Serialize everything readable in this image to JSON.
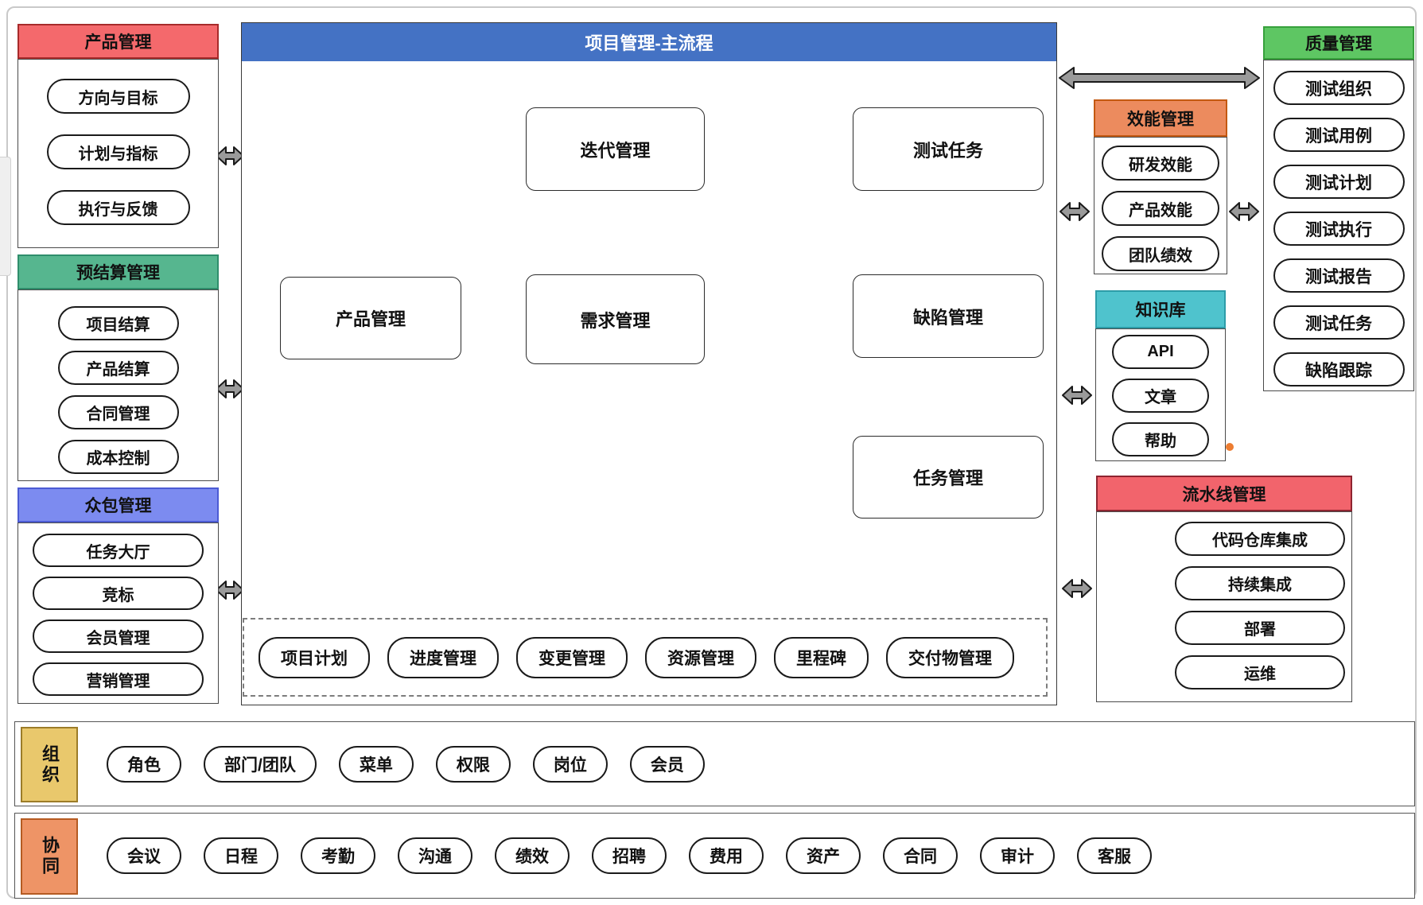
{
  "left_groups": [
    {
      "key": "product",
      "title": "产品管理",
      "header_bg": "#F4696C",
      "header_border": "#A72B2B",
      "items": [
        "方向与目标",
        "计划与指标",
        "执行与反馈"
      ]
    },
    {
      "key": "budget",
      "title": "预结算管理",
      "header_bg": "#56B68F",
      "header_border": "#2F8E6C",
      "items": [
        "项目结算",
        "产品结算",
        "合同管理",
        "成本控制"
      ]
    },
    {
      "key": "crowd",
      "title": "众包管理",
      "header_bg": "#7C8BF0",
      "header_border": "#4C5BD4",
      "items": [
        "任务大厅",
        "竞标",
        "会员管理",
        "营销管理"
      ]
    }
  ],
  "main_flow": {
    "title": "项目管理-主流程",
    "header_bg": "#4472C4",
    "header_border": "#4472C4",
    "nodes": {
      "iteration": "迭代管理",
      "test_task": "测试任务",
      "product": "产品管理",
      "requirement": "需求管理",
      "defect": "缺陷管理",
      "task": "任务管理"
    },
    "sub_items": [
      "项目计划",
      "进度管理",
      "变更管理",
      "资源管理",
      "里程碑",
      "交付物管理"
    ]
  },
  "right_groups": [
    {
      "key": "efficiency",
      "title": "效能管理",
      "header_bg": "#EC8B5E",
      "header_border": "#C45911",
      "items": [
        "研发效能",
        "产品效能",
        "团队绩效"
      ]
    },
    {
      "key": "knowledge",
      "title": "知识库",
      "header_bg": "#4FC3CD",
      "header_border": "#2D9CA8",
      "items": [
        "API",
        "文章",
        "帮助"
      ]
    },
    {
      "key": "pipeline",
      "title": "流水线管理",
      "header_bg": "#F2646C",
      "header_border": "#8E2430",
      "items": [
        "代码仓库集成",
        "持续集成",
        "部署",
        "运维"
      ]
    },
    {
      "key": "quality",
      "title": "质量管理",
      "header_bg": "#5EC663",
      "header_border": "#37A13C",
      "items": [
        "测试组织",
        "测试用例",
        "测试计划",
        "测试执行",
        "测试报告",
        "测试任务",
        "缺陷跟踪"
      ]
    }
  ],
  "bottom_rows": [
    {
      "key": "org",
      "label": "组织",
      "label_bg": "#E9C86C",
      "label_border": "#9C7C28",
      "items": [
        "角色",
        "部门/团队",
        "菜单",
        "权限",
        "岗位",
        "会员"
      ]
    },
    {
      "key": "collab",
      "label": "协同",
      "label_bg": "#EE9466",
      "label_border": "#B55B22",
      "items": [
        "会议",
        "日程",
        "考勤",
        "沟通",
        "绩效",
        "招聘",
        "费用",
        "资产",
        "合同",
        "审计",
        "客服"
      ]
    }
  ],
  "accents": {
    "main_header_blue": "#4472C4",
    "connector_gray": "#9a9a9a",
    "dot_orange": "#ED7D31"
  }
}
